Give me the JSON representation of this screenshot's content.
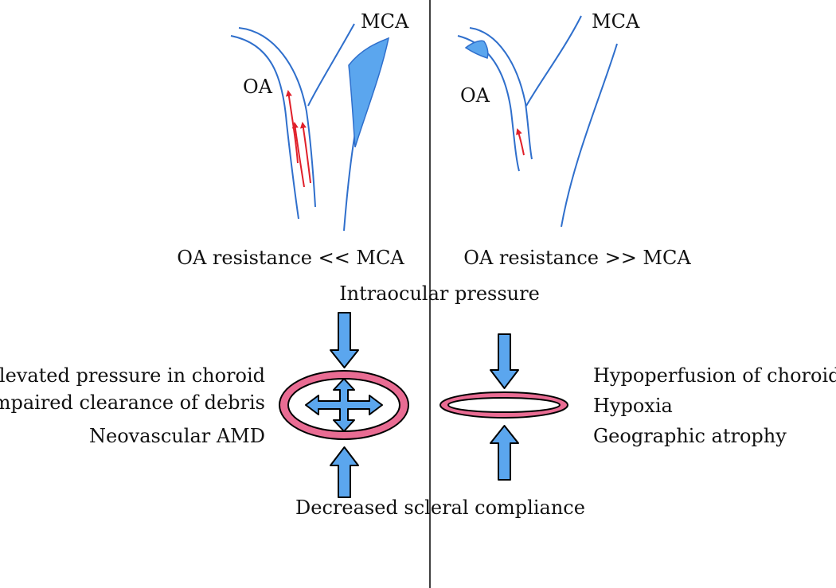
{
  "colors": {
    "vessel": "#2f6fcc",
    "fill": "#5ba6ee",
    "flow": "#e0202a",
    "ring": "#e96c93",
    "divider": "#000000",
    "text": "#111111"
  },
  "top": {
    "left": {
      "oa_label": "OA",
      "mca_label": "MCA",
      "caption": "OA resistance << MCA"
    },
    "right": {
      "oa_label": "OA",
      "mca_label": "MCA",
      "caption": "OA resistance >> MCA"
    }
  },
  "middle_label": "Intraocular pressure",
  "bottom_label": "Decreased scleral compliance",
  "left_effects": [
    "Elevated pressure in choroid",
    "Impaired clearance of debris",
    "Neovascular AMD"
  ],
  "right_effects": [
    "Hypoperfusion of choroid",
    "Hypoxia",
    "Geographic atrophy"
  ]
}
